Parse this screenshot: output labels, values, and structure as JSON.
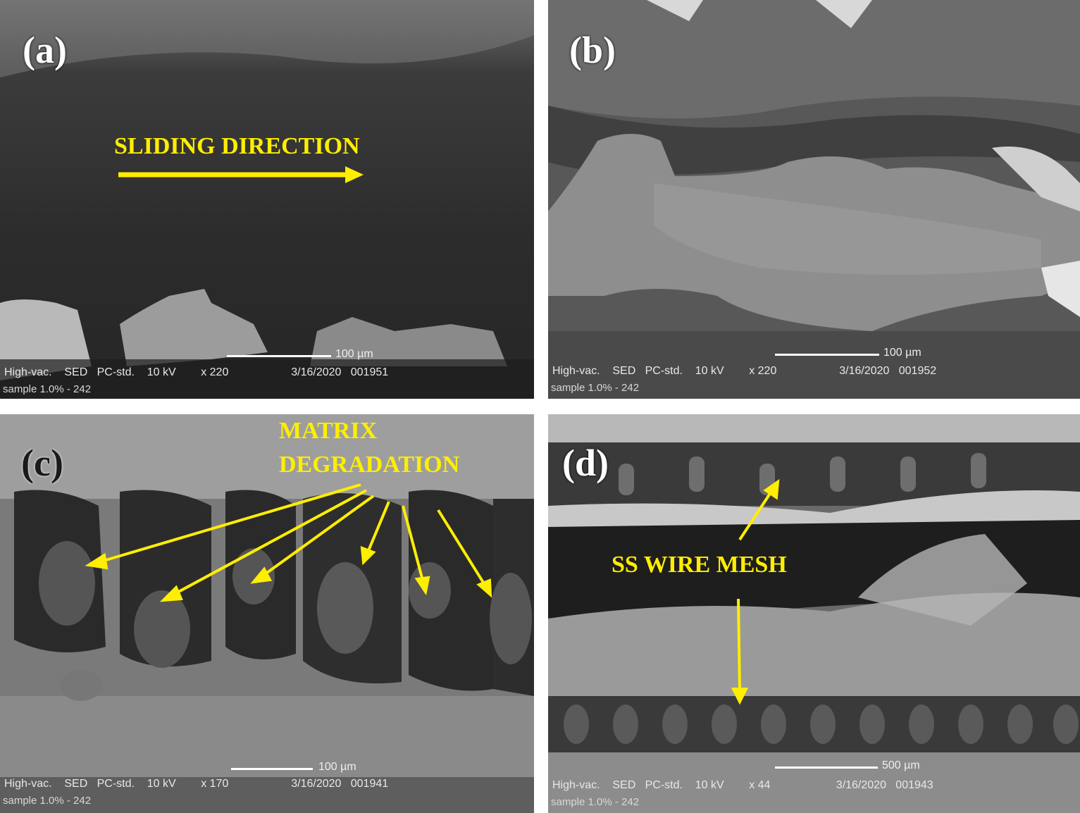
{
  "panels": {
    "a": {
      "label": "(a)",
      "annotation": "SLIDING DIRECTION",
      "scale": "100 µm",
      "meta_line1": "High-vac.    SED   PC-std.    10 kV        x 220                    3/16/2020   001951",
      "meta_line2": "sample 1.0% - 242"
    },
    "b": {
      "label": "(b)",
      "scale": "100 µm",
      "meta_line1": "High-vac.    SED   PC-std.    10 kV        x 220                    3/16/2020   001952",
      "meta_line2": "sample 1.0% - 242"
    },
    "c": {
      "label": "(c)",
      "annotation_line1": "MATRIX",
      "annotation_line2": "DEGRADATION",
      "scale": "100 µm",
      "meta_line1": "High-vac.    SED   PC-std.    10 kV        x 170                    3/16/2020   001941",
      "meta_line2": "sample 1.0% - 242"
    },
    "d": {
      "label": "(d)",
      "annotation": "SS WIRE MESH",
      "scale": "500 µm",
      "meta_line1": "High-vac.    SED   PC-std.    10 kV        x 44                     3/16/2020   001943",
      "meta_line2": "sample 1.0% - 242"
    }
  },
  "colors": {
    "annotation": "#ffee00",
    "divider": "#ffffff"
  }
}
